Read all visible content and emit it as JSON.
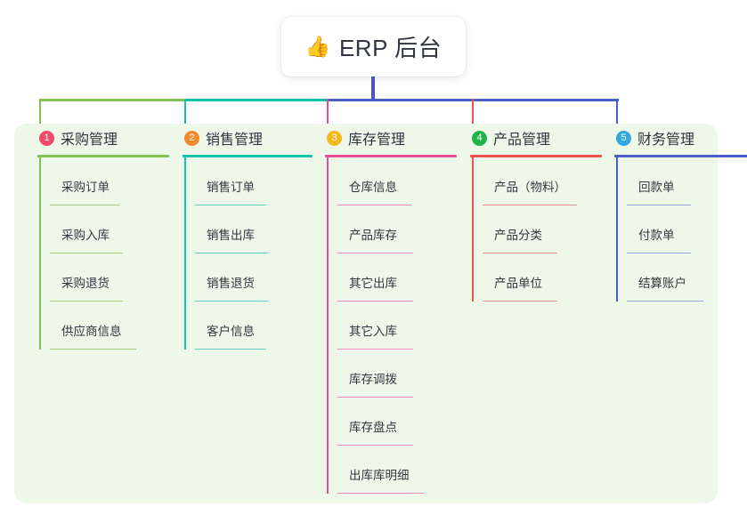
{
  "root": {
    "icon": "thumbs-up-icon",
    "icon_glyph": "👍",
    "label": "ERP 后台"
  },
  "palette": {
    "panel_bg": "#eef8e9",
    "stem": "#4a52c8",
    "bus_green": "#82c253",
    "bus_teal": "#13c2ae",
    "bus_blue": "#4a60c8"
  },
  "columns": [
    {
      "number": "1",
      "title": "采购管理",
      "badge_color": "#f2496b",
      "line_color": "#82c253",
      "leaf_color": "#9ec97a",
      "items": [
        {
          "label": "采购订单",
          "rule_width": 78
        },
        {
          "label": "采购入库",
          "rule_width": 82
        },
        {
          "label": "采购退货",
          "rule_width": 82
        },
        {
          "label": "供应商信息",
          "rule_width": 97
        }
      ]
    },
    {
      "number": "2",
      "title": "销售管理",
      "badge_color": "#f08a2c",
      "line_color": "#13c2ae",
      "leaf_color": "#65cfc3",
      "items": [
        {
          "label": "销售订单",
          "rule_width": 80
        },
        {
          "label": "销售出库",
          "rule_width": 82
        },
        {
          "label": "销售退货",
          "rule_width": 82
        },
        {
          "label": "客户信息",
          "rule_width": 80
        }
      ]
    },
    {
      "number": "3",
      "title": "库存管理",
      "badge_color": "#f5b820",
      "line_color": "#e94b9b",
      "leaf_color": "#ef8cbe",
      "items": [
        {
          "label": "仓库信息",
          "rule_width": 83
        },
        {
          "label": "产品库存",
          "rule_width": 85
        },
        {
          "label": "其它出库",
          "rule_width": 85
        },
        {
          "label": "其它入库",
          "rule_width": 85
        },
        {
          "label": "库存调拨",
          "rule_width": 85
        },
        {
          "label": "库存盘点",
          "rule_width": 85
        },
        {
          "label": "出库库明细",
          "rule_width": 97
        }
      ]
    },
    {
      "number": "4",
      "title": "产品管理",
      "badge_color": "#22b24c",
      "line_color": "#ef5350",
      "leaf_color": "#f2918f",
      "items": [
        {
          "label": "产品（物料）",
          "rule_width": 106
        },
        {
          "label": "产品分类",
          "rule_width": 84
        },
        {
          "label": "产品单位",
          "rule_width": 84
        }
      ]
    },
    {
      "number": "5",
      "title": "财务管理",
      "badge_color": "#31a8e0",
      "line_color": "#4a60c8",
      "leaf_color": "#92a4e0",
      "items": [
        {
          "label": "回款单",
          "rule_width": 72
        },
        {
          "label": "付款单",
          "rule_width": 72
        },
        {
          "label": "结算账户",
          "rule_width": 86
        }
      ]
    }
  ]
}
